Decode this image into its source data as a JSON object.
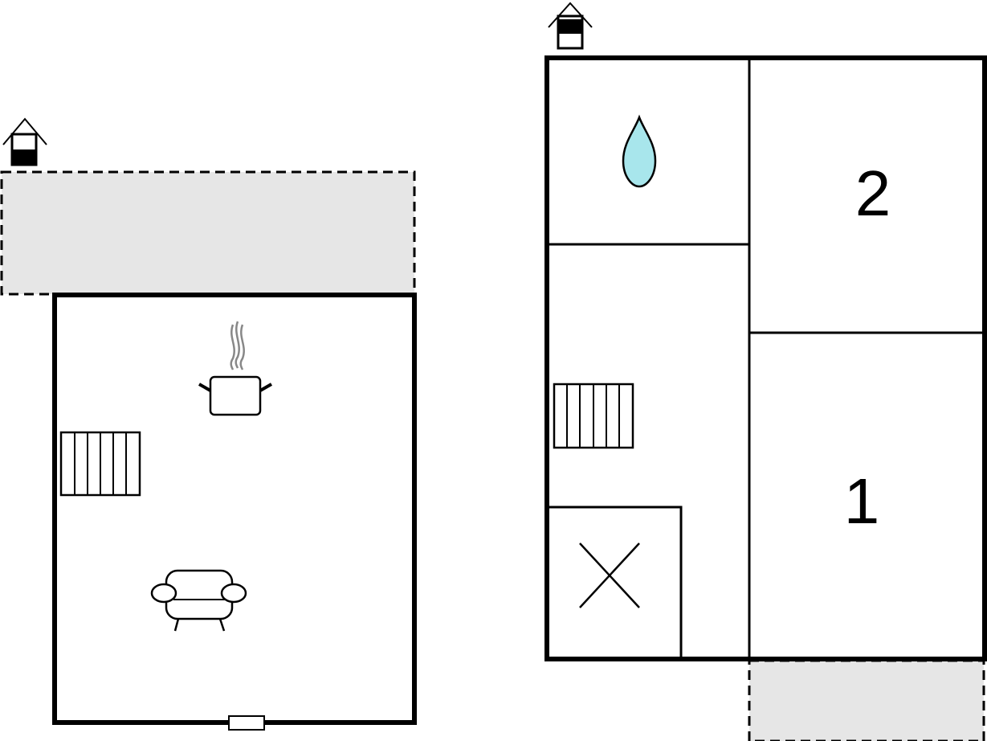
{
  "floors": [
    {
      "id": "ground-floor",
      "rooms": [
        {
          "id": "living-kitchen",
          "icons": [
            "kitchen-pot-icon",
            "stairs-icon",
            "armchair-icon"
          ]
        }
      ],
      "terrace": true,
      "entrance": true
    },
    {
      "id": "upper-floor",
      "rooms": [
        {
          "id": "bathroom",
          "icons": [
            "water-drop-icon"
          ]
        },
        {
          "id": "hallway",
          "icons": [
            "stairs-icon"
          ]
        },
        {
          "id": "void",
          "icons": [
            "void-cross-icon"
          ]
        },
        {
          "id": "bedroom-2",
          "label": "2"
        },
        {
          "id": "bedroom-1",
          "label": "1"
        }
      ],
      "balcony": true
    }
  ],
  "colors": {
    "walls": "#000000",
    "outdoor_area": "#e6e6e6",
    "water_drop": "#a8e6ec",
    "steam": "#888888"
  }
}
